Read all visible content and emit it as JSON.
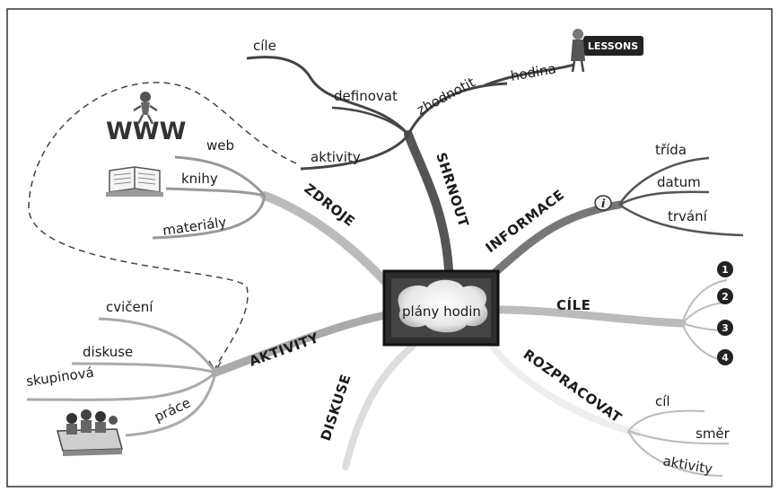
{
  "center": "plány hodin",
  "branches": {
    "shrnout": {
      "label": "SHRNOUT",
      "items": [
        "cíle",
        "definovat",
        "zhodnotit",
        "hodina",
        "aktivity"
      ]
    },
    "informace": {
      "label": "INFORMACE",
      "items": [
        "třída",
        "datum",
        "trvání"
      ]
    },
    "cile": {
      "label": "CÍLE",
      "numbers": [
        "1",
        "2",
        "3",
        "4"
      ]
    },
    "rozpracovat": {
      "label": "ROZPRACOVAT",
      "items": [
        "cíl",
        "směr",
        "aktivity"
      ]
    },
    "diskuse": {
      "label": "DISKUSE"
    },
    "aktivity": {
      "label": "AKTIVITY",
      "items": [
        "cvičení",
        "diskuse",
        "skupinová",
        "práce"
      ]
    },
    "zdroje": {
      "label": "ZDROJE",
      "items": [
        "web",
        "knihy",
        "materiály"
      ]
    }
  },
  "icons": {
    "www": "WWW",
    "lessons_sign": "LESSONS"
  }
}
